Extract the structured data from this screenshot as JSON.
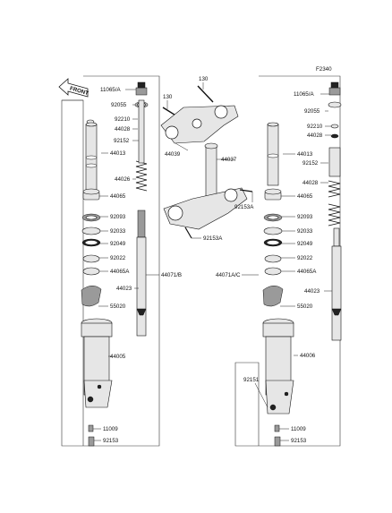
{
  "figure_code": "F2340",
  "front_label": "FRONT",
  "labels": {
    "p130_top": "130",
    "p130_left": "130",
    "l_11065": "11065/A",
    "l_92055": "92055",
    "l_92210": "92210",
    "l_44028": "44028",
    "l_92152": "92152",
    "l_44013": "44013",
    "l_44026": "44026",
    "l_44065": "44065",
    "l_92093": "92093",
    "l_92033": "92033",
    "l_92049": "92049",
    "l_92022": "92022",
    "l_44065A": "44065A",
    "l_44023": "44023",
    "l_55020": "55020",
    "l_44005": "44005",
    "l_11009": "11009",
    "l_92153": "92153",
    "l_44071B": "44071/B",
    "c_44039": "44039",
    "c_44037": "44037",
    "c_92153A_a": "92153A",
    "c_92153A_b": "92153A",
    "r_11065": "11065/A",
    "r_92055": "92055",
    "r_92210": "92210",
    "r_44028a": "44028",
    "r_44013": "44013",
    "r_92152": "92152",
    "r_44028b": "44028",
    "r_44065": "44065",
    "r_92093": "92093",
    "r_92033": "92033",
    "r_92049": "92049",
    "r_92022": "92022",
    "r_44065A": "44065A",
    "r_44023": "44023",
    "r_55020": "55020",
    "r_44071AC": "44071A/C",
    "r_44006": "44006",
    "r_92151": "92151",
    "r_11009": "11009",
    "r_92153": "92153"
  }
}
